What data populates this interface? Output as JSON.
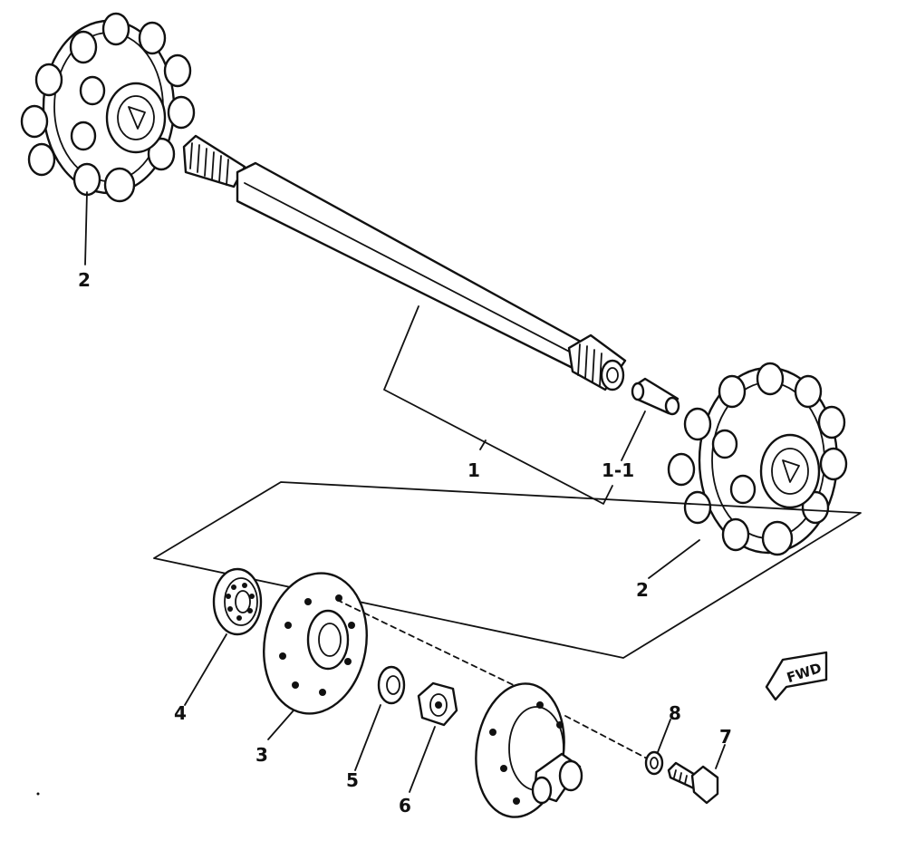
{
  "callouts": {
    "shaft": "1",
    "sprocket_top": "2",
    "sprocket_bottom": "2",
    "plate": "3",
    "bearing": "4",
    "washer": "5",
    "nut": "6",
    "bolt": "7",
    "lock_washer": "8",
    "pin": "1-1"
  },
  "direction_label": "FWD"
}
